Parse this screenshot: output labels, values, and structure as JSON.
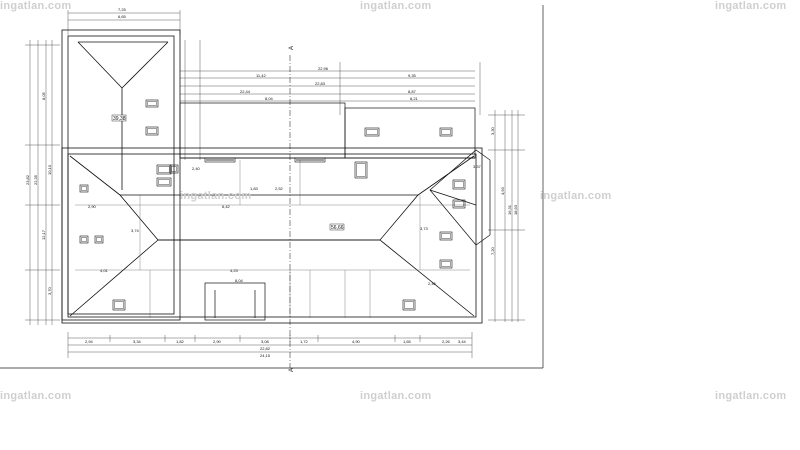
{
  "watermark": "ingatlan.com",
  "section_marker": "A",
  "room_areas": {
    "left_wing": "39,38",
    "main_hall": "56,66"
  },
  "top_dimensions": {
    "total_width": "7,25",
    "sub_width": "6,65",
    "overall": "22,96",
    "row1": "11,42",
    "row1_right": "9,35",
    "row2": "22,83",
    "row3": "22,44",
    "row3_right": "8,87",
    "row4": "8,04",
    "row4_right": "8,21"
  },
  "bottom_dimensions": {
    "total": "24,15",
    "subtotal": "22,82",
    "segments": [
      "2,94",
      "3,34",
      "1,82",
      "2,90",
      "3,08",
      "1,72",
      "4,90",
      "1,65",
      "2,26",
      "3,44"
    ]
  },
  "left_dimensions": {
    "total": "23,82",
    "sub": "22,35",
    "a": "8,05",
    "b": "12,17",
    "c": "10,10",
    "d": "3,70"
  },
  "right_dimensions": {
    "total": "18,93",
    "sub": "16,31",
    "a": "3,30",
    "b": "7,20",
    "c": "4,93"
  },
  "interior_dimensions": [
    "2,90",
    "6,42",
    "2,40",
    "1,83",
    "2,52",
    "4,01",
    "4,23",
    "8,04",
    "3,37",
    "3,73",
    "3,74",
    "2,45"
  ]
}
